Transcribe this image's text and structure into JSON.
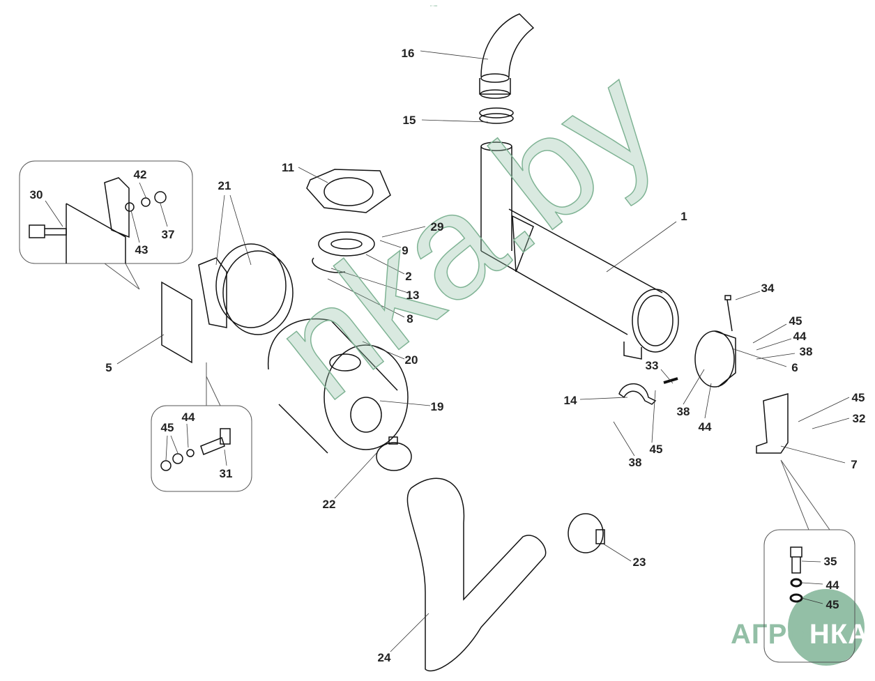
{
  "watermark": "nka.by",
  "logo": {
    "part1": "АГРО",
    "part2": "НКА"
  },
  "header_mark": "▪▫ ▪▪▪",
  "colors": {
    "line": "#111111",
    "leader": "#333333",
    "watermark": "#93bfa6"
  },
  "callouts": [
    "16",
    "15",
    "11",
    "21",
    "42",
    "30",
    "37",
    "43",
    "29",
    "9",
    "2",
    "13",
    "8",
    "1",
    "34",
    "45",
    "44",
    "38",
    "6",
    "5",
    "20",
    "33",
    "19",
    "14",
    "38",
    "44",
    "45",
    "32",
    "45",
    "38",
    "7",
    "44",
    "45",
    "31",
    "22",
    "23",
    "35",
    "44",
    "45",
    "24"
  ]
}
